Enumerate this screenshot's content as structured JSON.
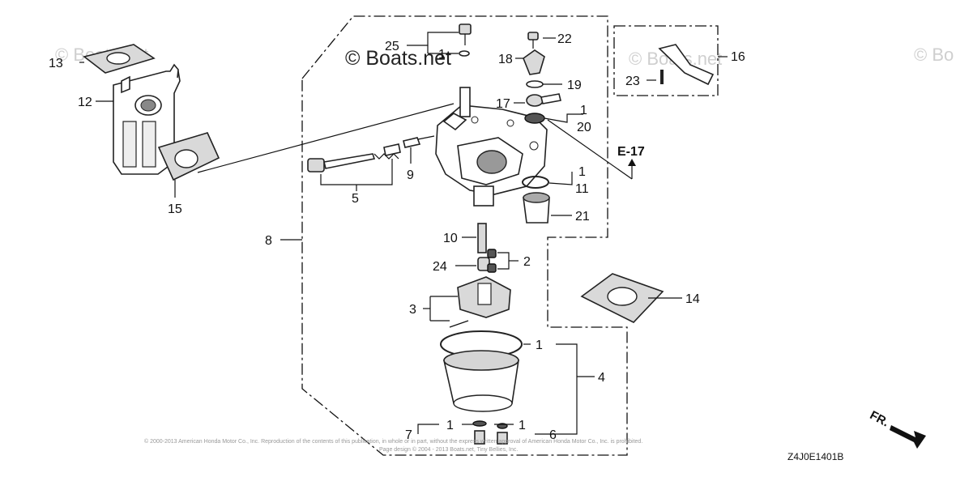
{
  "watermark": {
    "main": "© Boats.net",
    "faded_1": "© Boats.net",
    "faded_2": "© Boats.net",
    "faded_3": "© Bo"
  },
  "reference": {
    "e17": "E-17",
    "fr": "FR.",
    "diagram_code": "Z4J0E1401B"
  },
  "copyright_line_1": "© 2000-2013 American Honda Motor Co., Inc. Reproduction of the contents of this publication, in whole or in part, without the express written approval of American Honda Motor Co., Inc. is prohibited.",
  "copyright_line_2": "Page design © 2004 - 2013 Boats.net, Tiny Bellies, Inc.",
  "callouts": {
    "c1a": "1",
    "c1b": "1",
    "c1c": "1",
    "c1d": "1",
    "c1e": "1",
    "c1f": "1",
    "c2": "2",
    "c3": "3",
    "c4": "4",
    "c5": "5",
    "c6": "6",
    "c7": "7",
    "c8": "8",
    "c9": "9",
    "c10": "10",
    "c11": "11",
    "c12": "12",
    "c13": "13",
    "c14": "14",
    "c15": "15",
    "c16": "16",
    "c17": "17",
    "c18": "18",
    "c19": "19",
    "c20": "20",
    "c21": "21",
    "c22": "22",
    "c23": "23",
    "c24": "24",
    "c25": "25"
  }
}
